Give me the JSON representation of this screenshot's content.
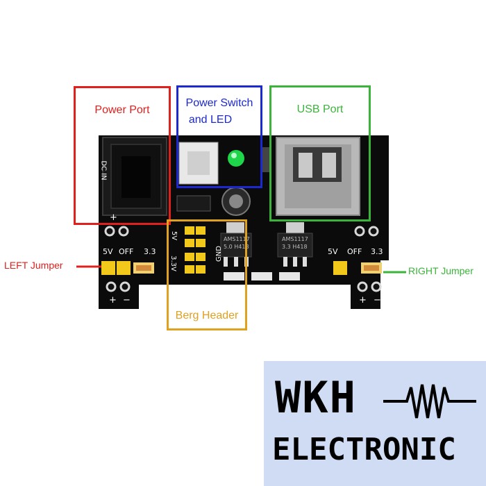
{
  "callouts": {
    "power_port": {
      "label": "Power Port",
      "color": "#e0201c"
    },
    "power_switch": {
      "label_line1": "Power Switch",
      "label_line2": "and LED",
      "color": "#1c28d0"
    },
    "usb_port": {
      "label": "USB Port",
      "color": "#3ab53a"
    },
    "berg_header": {
      "label": "Berg Header",
      "color": "#e0a020"
    },
    "left_jumper": {
      "label": "LEFT Jumper",
      "color": "#e0201c"
    },
    "right_jumper": {
      "label": "RIGHT Jumper",
      "color": "#3ab53a"
    }
  },
  "silkscreen": {
    "dc_in": "DC IN",
    "left_5v": "5V",
    "left_off": "OFF",
    "left_33": "3.3",
    "right_5v": "5V",
    "right_off": "OFF",
    "right_33": "3.3",
    "left_plus": "+",
    "left_minus": "−",
    "right_plus": "+",
    "right_minus": "−",
    "top_plus": "+",
    "hdr_5v": "5V",
    "hdr_33": "3.3V",
    "gnd": "GND",
    "reg1_line1": "AMS1117",
    "reg1_line2": "5.0 H418",
    "reg2_line1": "AMS1117",
    "reg2_line2": "3.3 H418"
  },
  "logo": {
    "name": "WKH",
    "sub": "ELECTRONIC",
    "icon": "resistor-waveform-icon"
  },
  "colors": {
    "pcb": "#0b0b0b",
    "jumper": "#f2c81a",
    "logo_bg": "#cfdcf3"
  }
}
